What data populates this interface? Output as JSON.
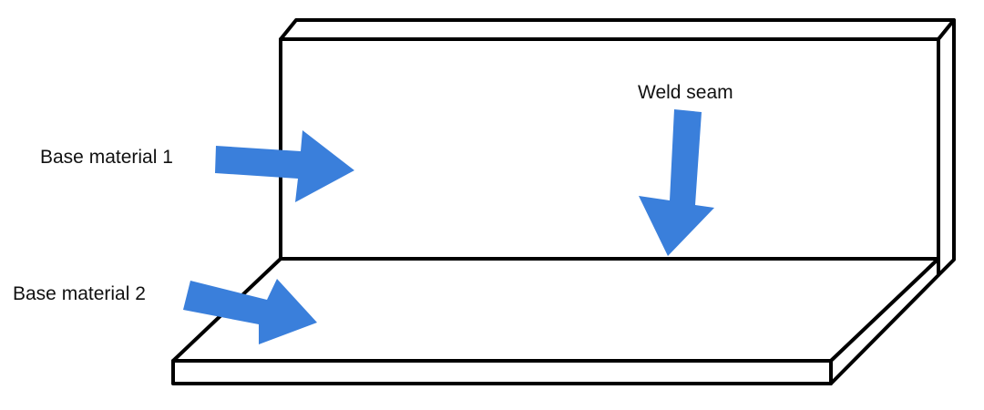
{
  "labels": {
    "base_material_1": "Base material 1",
    "base_material_2": "Base material 2",
    "weld_seam": "Weld seam"
  },
  "colors": {
    "arrow": "#3a7fdb",
    "line": "#000000",
    "text": "#111111",
    "background": "#ffffff"
  }
}
